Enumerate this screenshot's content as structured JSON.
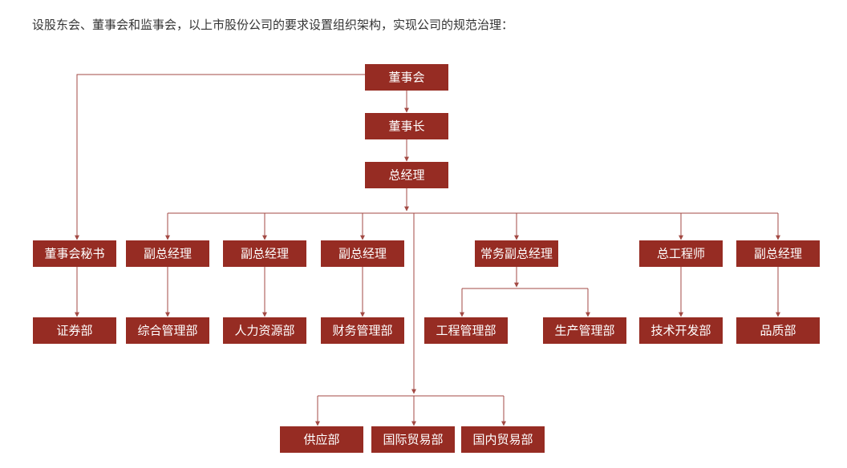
{
  "intro": "设股东会、董事会和监事会，以上市股份公司的要求设置组织架构，实现公司的规范治理：",
  "colors": {
    "node": "#962c23",
    "line": "#a34a44"
  },
  "org": {
    "board": "董事会",
    "chairman": "董事长",
    "general_manager": "总经理",
    "board_secretary": "董事会秘书",
    "securities_dept": "证券部",
    "vgm_1": "副总经理",
    "admin_dept": "综合管理部",
    "vgm_2": "副总经理",
    "hr_dept": "人力资源部",
    "vgm_3": "副总经理",
    "finance_dept": "财务管理部",
    "executive_vgm": "常务副总经理",
    "engineering_dept": "工程管理部",
    "production_dept": "生产管理部",
    "chief_engineer": "总工程师",
    "tech_dept": "技术开发部",
    "vgm_4": "副总经理",
    "quality_dept": "品质部",
    "supply_dept": "供应部",
    "intl_trade_dept": "国际贸易部",
    "domestic_trade_dept": "国内贸易部"
  }
}
